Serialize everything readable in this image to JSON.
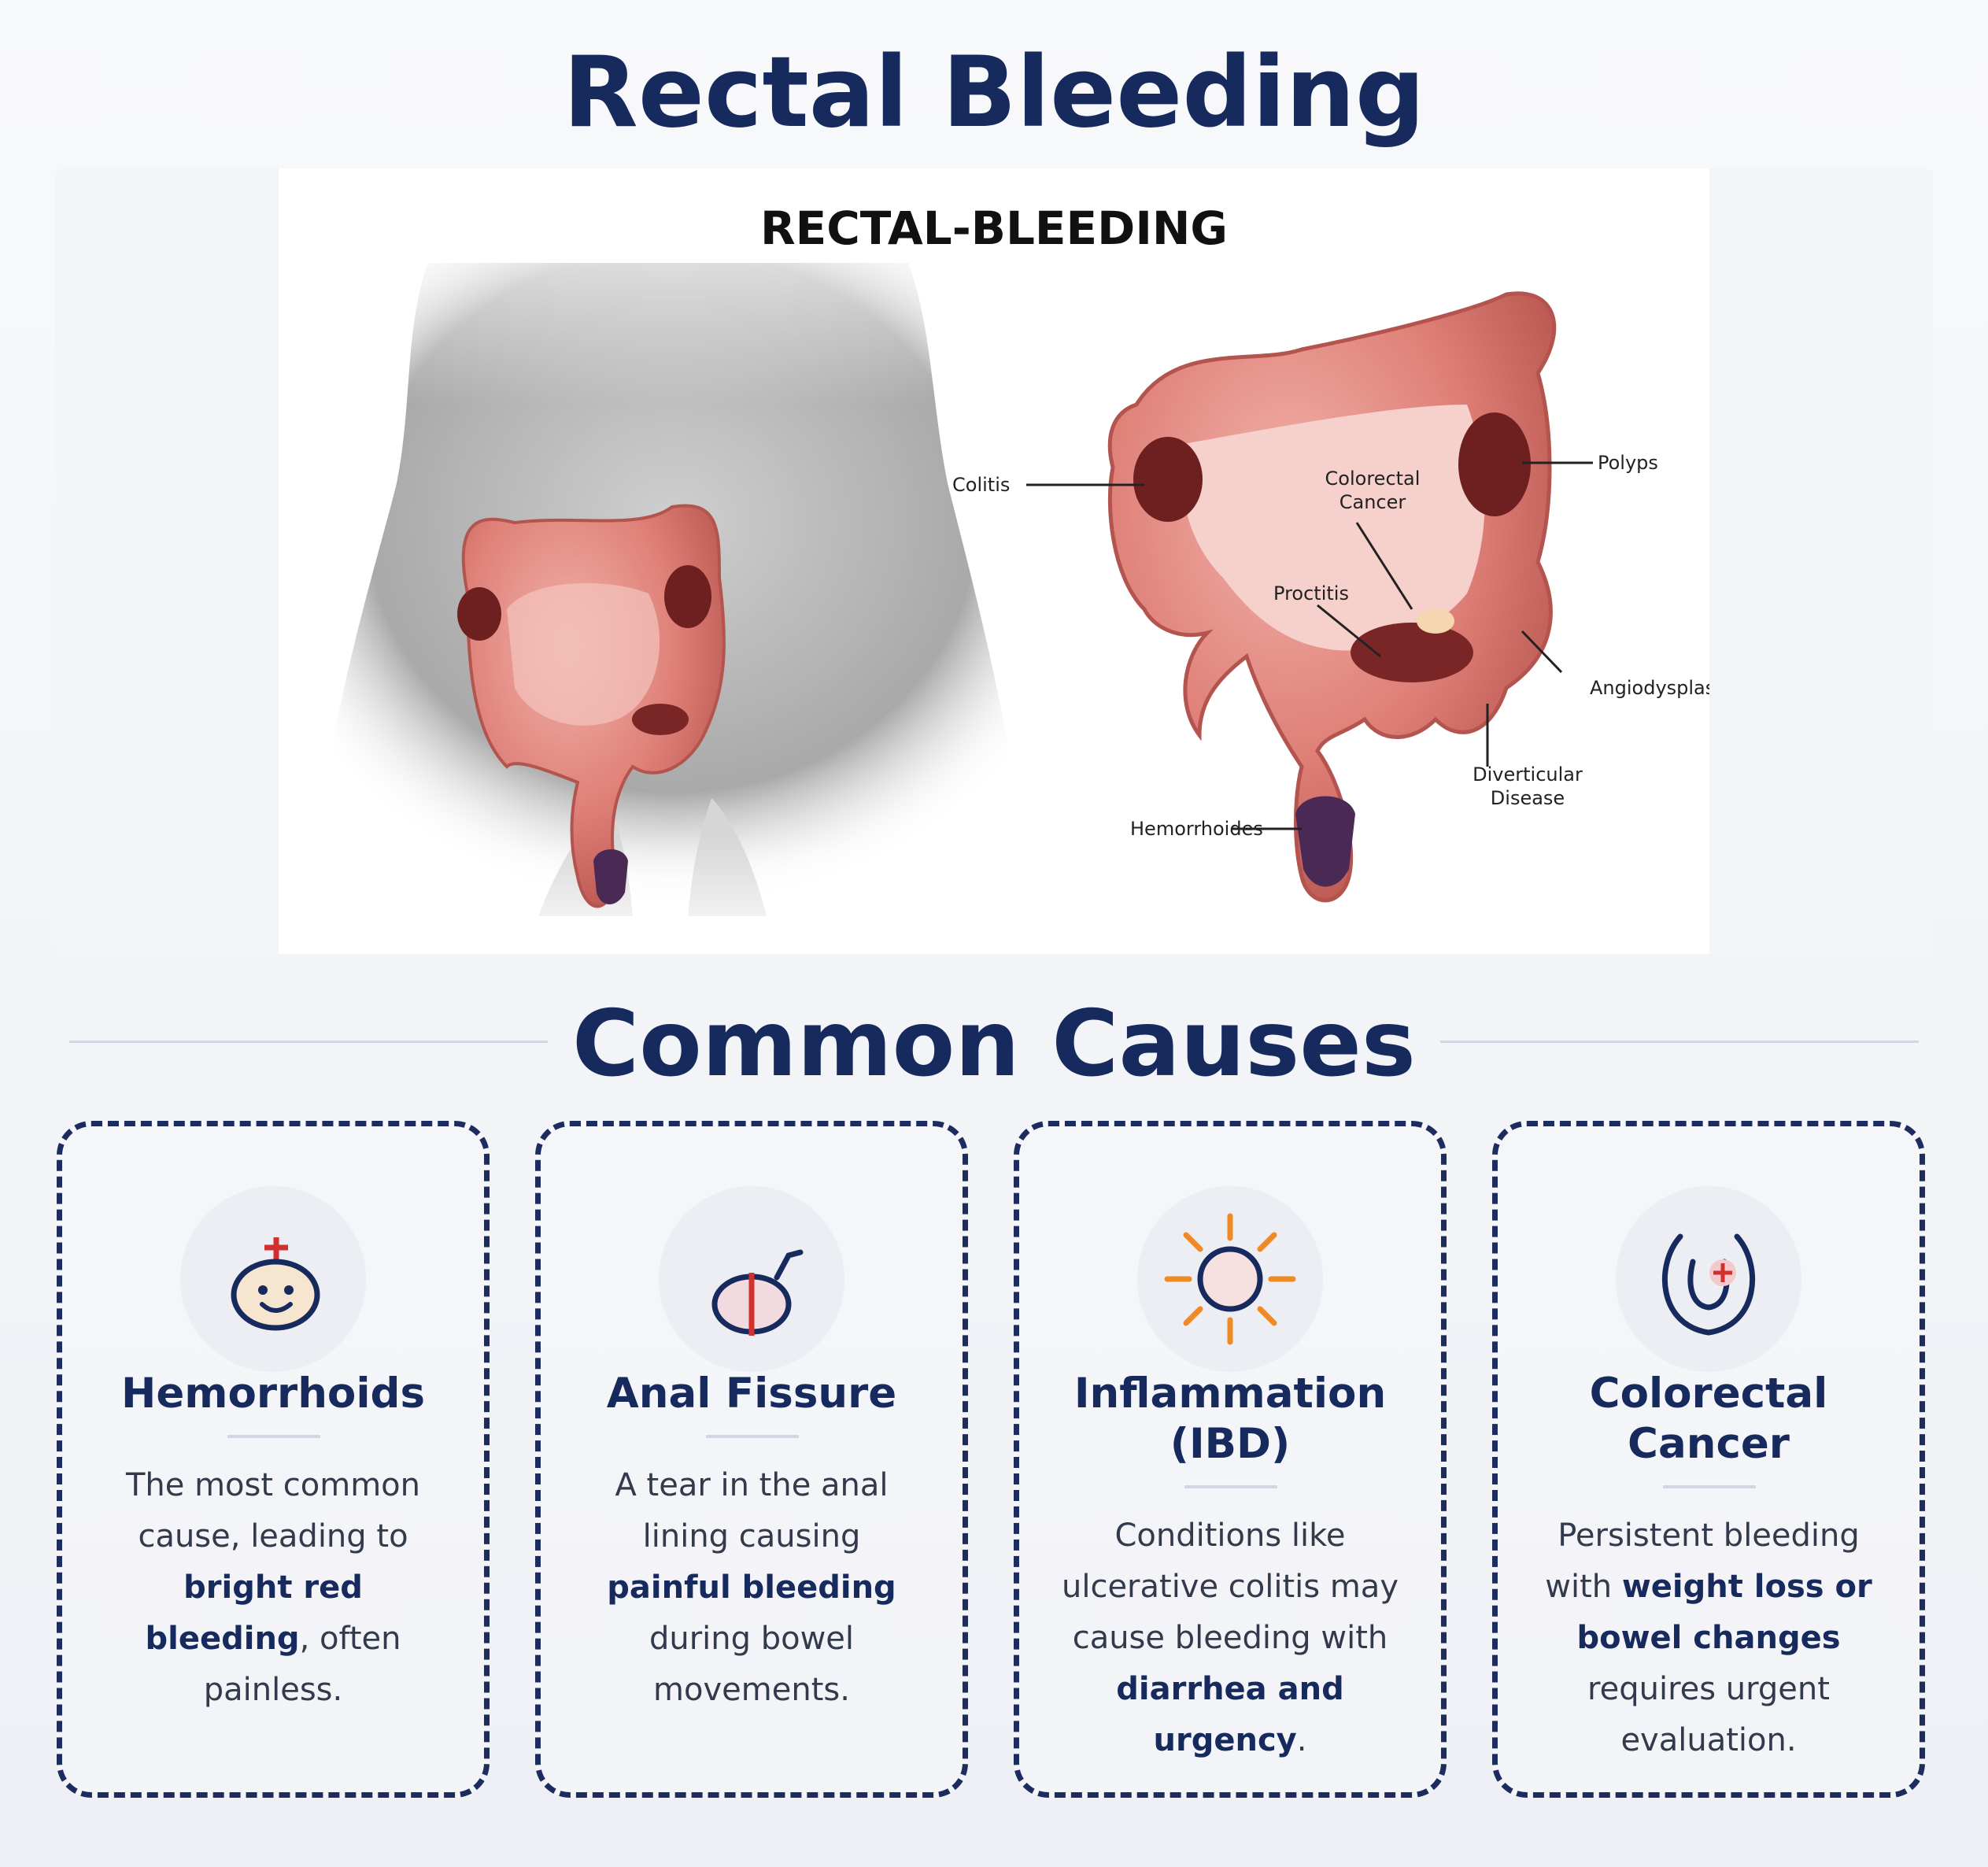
{
  "page": {
    "title": "Rectal Bleeding",
    "section_title": "Common Causes"
  },
  "illustration": {
    "heading": "RECTAL-BLEEDING",
    "labels": {
      "colitis": "Colitis",
      "colorectal_cancer_1": "Colorectal",
      "colorectal_cancer_2": "Cancer",
      "polyps": "Polyps",
      "proctitis": "Proctitis",
      "angiodysplasia": "Angiodysplasia",
      "diverticular_1": "Diverticular",
      "diverticular_2": "Disease",
      "hemorrhoides": "Hemorrhoides"
    }
  },
  "causes": [
    {
      "icon": "hemorrhoid-face-icon",
      "title": "Hemorrhoids",
      "text_a": "The most common cause, leading to ",
      "bold_a": "bright red bleeding",
      "text_b": ", often painless."
    },
    {
      "icon": "anal-fissure-icon",
      "title": "Anal Fissure",
      "text_a": "A tear in the anal lining causing ",
      "bold_a": "painful bleeding",
      "text_b": " during bowel movements."
    },
    {
      "icon": "inflammation-sun-icon",
      "title_1": "Inflammation",
      "title_2": "(IBD)",
      "text_a": "Conditions like ulcerative colitis may cause bleeding with ",
      "bold_a": "diarrhea and urgency",
      "text_b": "."
    },
    {
      "icon": "colorectal-cancer-icon",
      "title_1": "Colorectal",
      "title_2": "Cancer",
      "text_a": "Persistent bleeding with ",
      "bold_a": "weight loss or bowel changes",
      "text_b": " requires urgent evaluation."
    }
  ],
  "colors": {
    "navy": "#172a5e",
    "accent_red": "#d22f2f",
    "accent_orange": "#f08a24",
    "colon_pink": "#e38a84",
    "skin_gray": "#b8b8b8"
  }
}
